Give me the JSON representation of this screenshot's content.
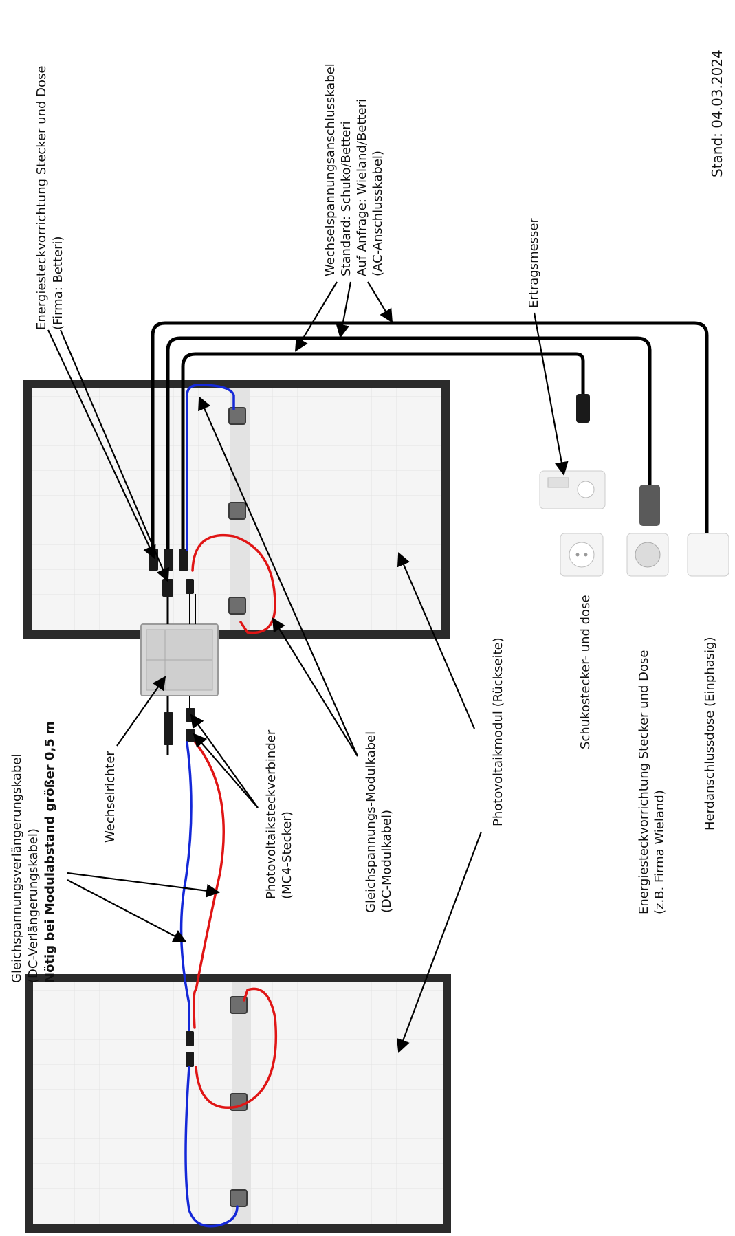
{
  "labels": {
    "stand": "Stand: 04.03.2024",
    "energiesteck_line1": "Energiesteckvorrichtung Stecker und Dose",
    "energiesteck_line2": "(Firma: Betteri)",
    "wechselspannung_line1": "Wechselspannungsanschlusskabel",
    "wechselspannung_line2": "Standard: Schuko/Betteri",
    "wechselspannung_line3": "Auf Anfrage: Wieland/Betteri",
    "wechselspannung_line4": "(AC-Anschlusskabel)",
    "ertragsmesser": "Ertragsmesser",
    "gleich_verl_line1": "Gleichspannungsverlängerungskabel",
    "gleich_verl_line2": "(DC-Verlängerungskabel)",
    "gleich_verl_line3": "Nötig bei Modulabstand größer 0,5 m",
    "wechselrichter": "Wechselrichter",
    "pv_stecker_line1": "Photovoltaiksteckverbinder",
    "pv_stecker_line2": "(MC4-Stecker)",
    "gleich_modul_line1": "Gleichspannungs-Modulkabel",
    "gleich_modul_line2": "(DC-Modulkabel)",
    "pv_modul": "Photovoltaikmodul (Rückseite)",
    "schuko": "Schukostecker- und dose",
    "energie_wieland_line1": "Energiesteckvorrichtung Stecker und Dose",
    "energie_wieland_line2": "(z.B. Firma Wieland)",
    "herd": "Herdanschlussdose (Einphasig)"
  },
  "colors": {
    "dc_positive": "#e01515",
    "dc_negative": "#1428d8",
    "ac_cable": "#000000",
    "module_frame": "#2b2b2b"
  }
}
